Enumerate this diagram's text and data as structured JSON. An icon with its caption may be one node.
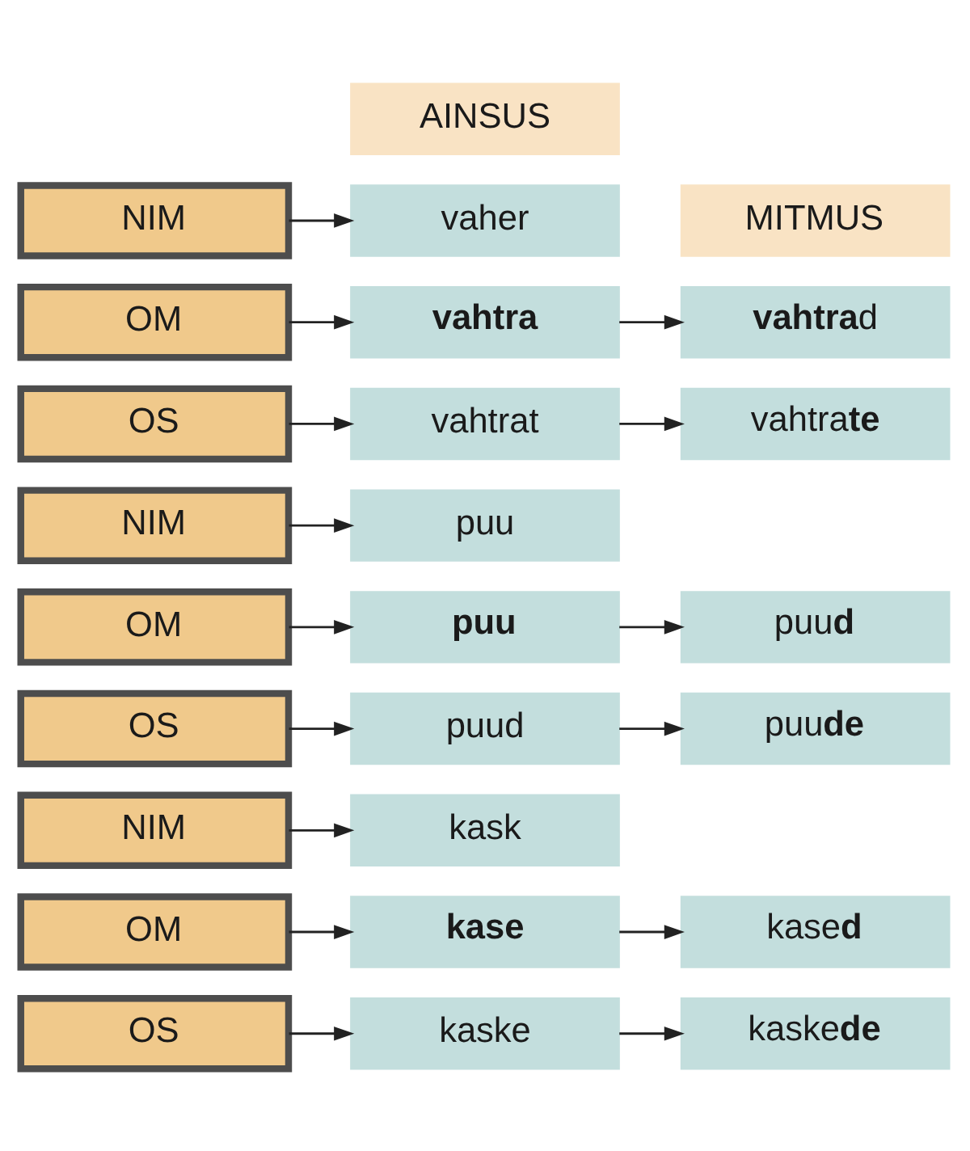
{
  "diagram": {
    "nodes": [
      {
        "text": [
          "AINSUS"
        ]
      },
      {
        "text": [
          "MITMUS"
        ]
      },
      {
        "text": [
          "NIM"
        ]
      },
      {
        "text": [
          "vaher"
        ]
      },
      {
        "text": [
          "**vahtra**d"
        ]
      },
      {
        "text": [
          "OM"
        ]
      },
      {
        "text": [
          "vahtra"
        ]
      },
      {
        "text": [
          "vahtra**te**"
        ]
      },
      {
        "text": [
          "OS"
        ]
      },
      {
        "text": [
          "vahtrat"
        ]
      },
      {
        "text": [
          "NIM"
        ]
      },
      {
        "text": [
          "puu"
        ]
      },
      {
        "text": [
          "puu**d**"
        ]
      },
      {
        "text": [
          "OM"
        ]
      },
      {
        "text": [
          "puu"
        ]
      },
      {
        "text": [
          "puu**de**"
        ]
      },
      {
        "text": [
          "OS"
        ]
      },
      {
        "text": [
          "puud"
        ]
      },
      {
        "text": [
          "NIM"
        ]
      },
      {
        "text": [
          "kask"
        ]
      },
      {
        "text": [
          "kase**d**"
        ]
      },
      {
        "text": [
          "OM"
        ]
      },
      {
        "text": [
          "kase"
        ]
      },
      {
        "text": [
          "kaske**de**"
        ]
      },
      {
        "text": [
          "OS"
        ]
      },
      {
        "text": [
          "kaske"
        ]
      }
    ],
    "edges": [
      {
        "from": 2,
        "to": 3,
        "arrow": "to"
      },
      {
        "from": 5,
        "to": 6,
        "arrow": "to"
      },
      {
        "from": 8,
        "to": 9,
        "arrow": "to"
      },
      {
        "from": 6,
        "to": 4,
        "arrow": "to"
      },
      {
        "from": 9,
        "to": 7,
        "arrow": "to"
      },
      {
        "from": 10,
        "to": 11,
        "arrow": "to"
      },
      {
        "from": 13,
        "to": 14,
        "arrow": "to"
      },
      {
        "from": 16,
        "to": 17,
        "arrow": "to"
      },
      {
        "from": 14,
        "to": 12,
        "arrow": "to"
      },
      {
        "from": 17,
        "to": 15,
        "arrow": "to"
      },
      {
        "from": 18,
        "to": 19,
        "arrow": "to"
      },
      {
        "from": 21,
        "to": 22,
        "arrow": "to"
      },
      {
        "from": 24,
        "to": 25,
        "arrow": "to"
      },
      {
        "from": 22,
        "to": 20,
        "arrow": "to"
      },
      {
        "from": 25,
        "to": 23,
        "arrow": "to"
      }
    ]
  }
}
